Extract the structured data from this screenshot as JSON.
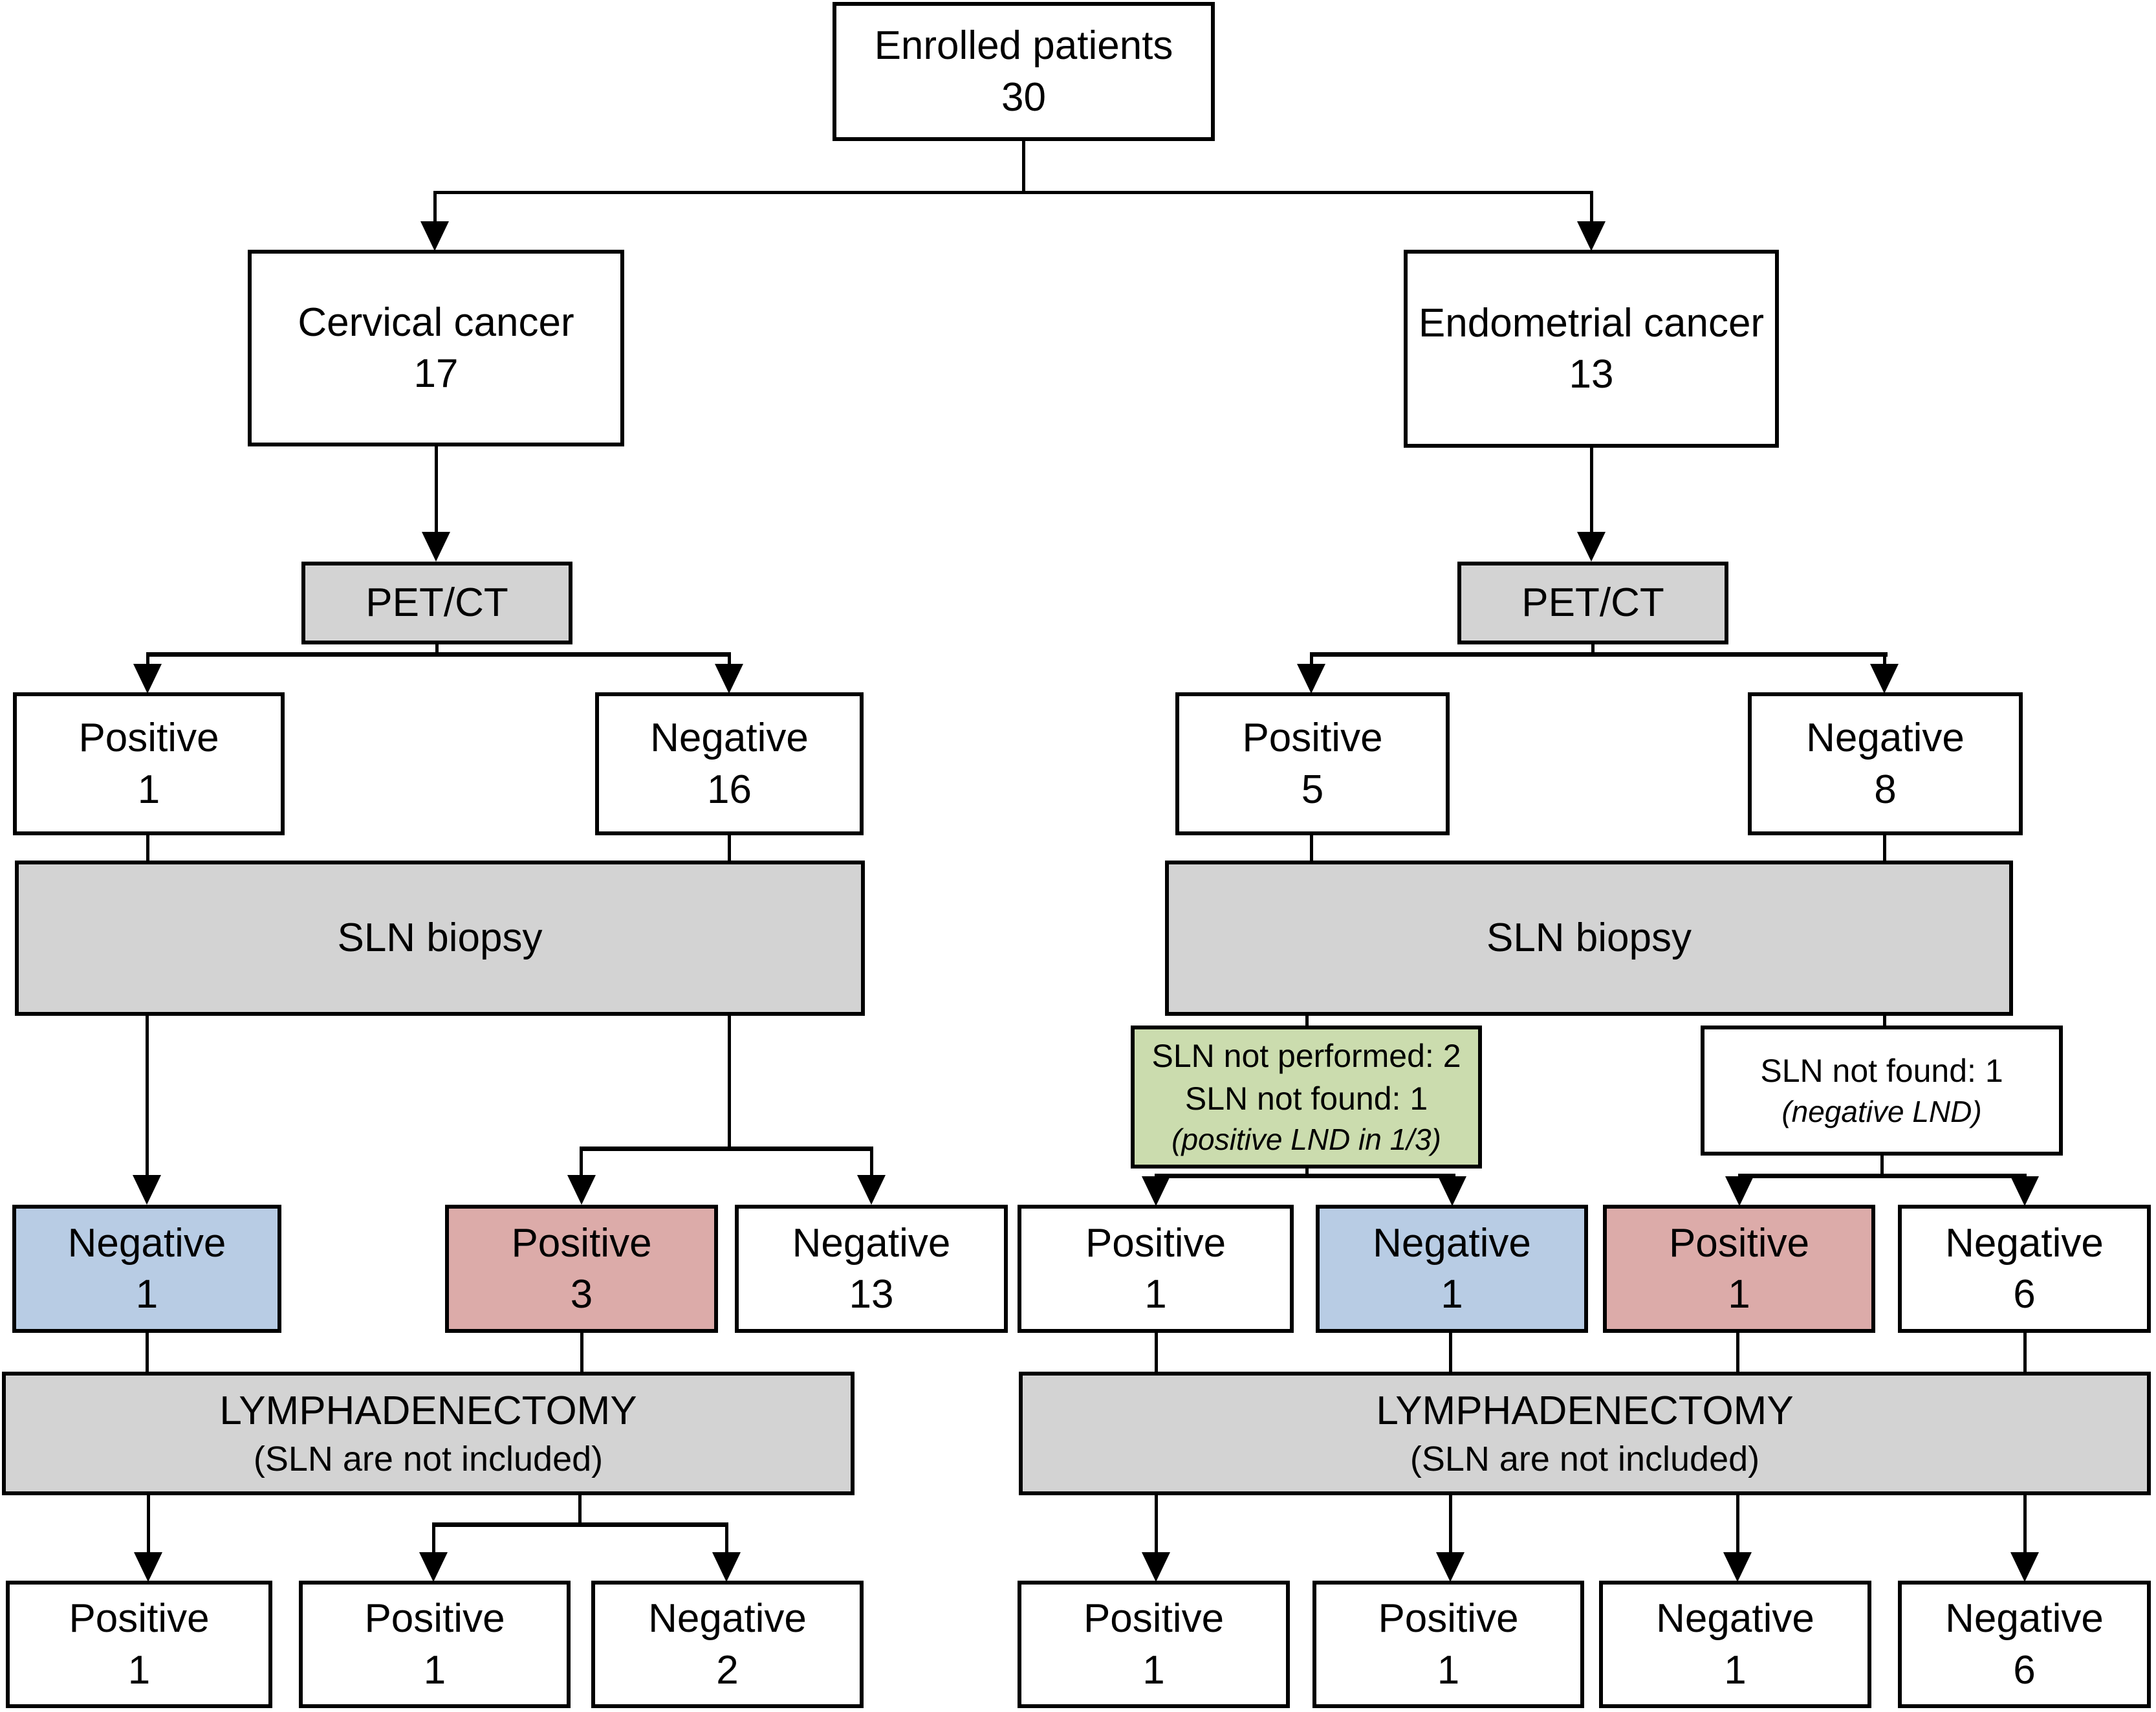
{
  "palette": {
    "border": "#000000",
    "gray_fill": "#d3d3d3",
    "blue_fill": "#b8cce4",
    "red_fill": "#dcaba9",
    "green_fill": "#cbdcae",
    "white_fill": "#ffffff"
  },
  "root": {
    "label": "Enrolled patients",
    "value": "30"
  },
  "cervical": {
    "group": {
      "label": "Cervical cancer",
      "value": "17"
    },
    "petct_label": "PET/CT",
    "pet_positive": {
      "label": "Positive",
      "value": "1"
    },
    "pet_negative": {
      "label": "Negative",
      "value": "16"
    },
    "sln_biopsy_label": "SLN biopsy",
    "sln_from_positive": {
      "label": "Negative",
      "value": "1"
    },
    "sln_from_negative_positive": {
      "label": "Positive",
      "value": "3"
    },
    "sln_from_negative_negative": {
      "label": "Negative",
      "value": "13"
    },
    "lymphadenectomy": {
      "line1": "LYMPHADENECTOMY",
      "line2": "(SLN are not included)"
    },
    "final": [
      {
        "label": "Positive",
        "value": "1"
      },
      {
        "label": "Positive",
        "value": "1"
      },
      {
        "label": "Negative",
        "value": "2"
      }
    ]
  },
  "endometrial": {
    "group": {
      "label": "Endometrial cancer",
      "value": "13"
    },
    "petct_label": "PET/CT",
    "pet_positive": {
      "label": "Positive",
      "value": "5"
    },
    "pet_negative": {
      "label": "Negative",
      "value": "8"
    },
    "sln_biopsy_label": "SLN biopsy",
    "note_not_performed": {
      "line1": "SLN not performed: 2",
      "line2": "SLN not found: 1",
      "line3": "(positive LND in 1/3)"
    },
    "note_not_found": {
      "line1": "SLN not found: 1",
      "line2": "(negative LND)"
    },
    "sln_results": [
      {
        "label": "Positive",
        "value": "1"
      },
      {
        "label": "Negative",
        "value": "1"
      },
      {
        "label": "Positive",
        "value": "1"
      },
      {
        "label": "Negative",
        "value": "6"
      }
    ],
    "lymphadenectomy": {
      "line1": "LYMPHADENECTOMY",
      "line2": "(SLN are not included)"
    },
    "final": [
      {
        "label": "Positive",
        "value": "1"
      },
      {
        "label": "Positive",
        "value": "1"
      },
      {
        "label": "Negative",
        "value": "1"
      },
      {
        "label": "Negative",
        "value": "6"
      }
    ]
  }
}
